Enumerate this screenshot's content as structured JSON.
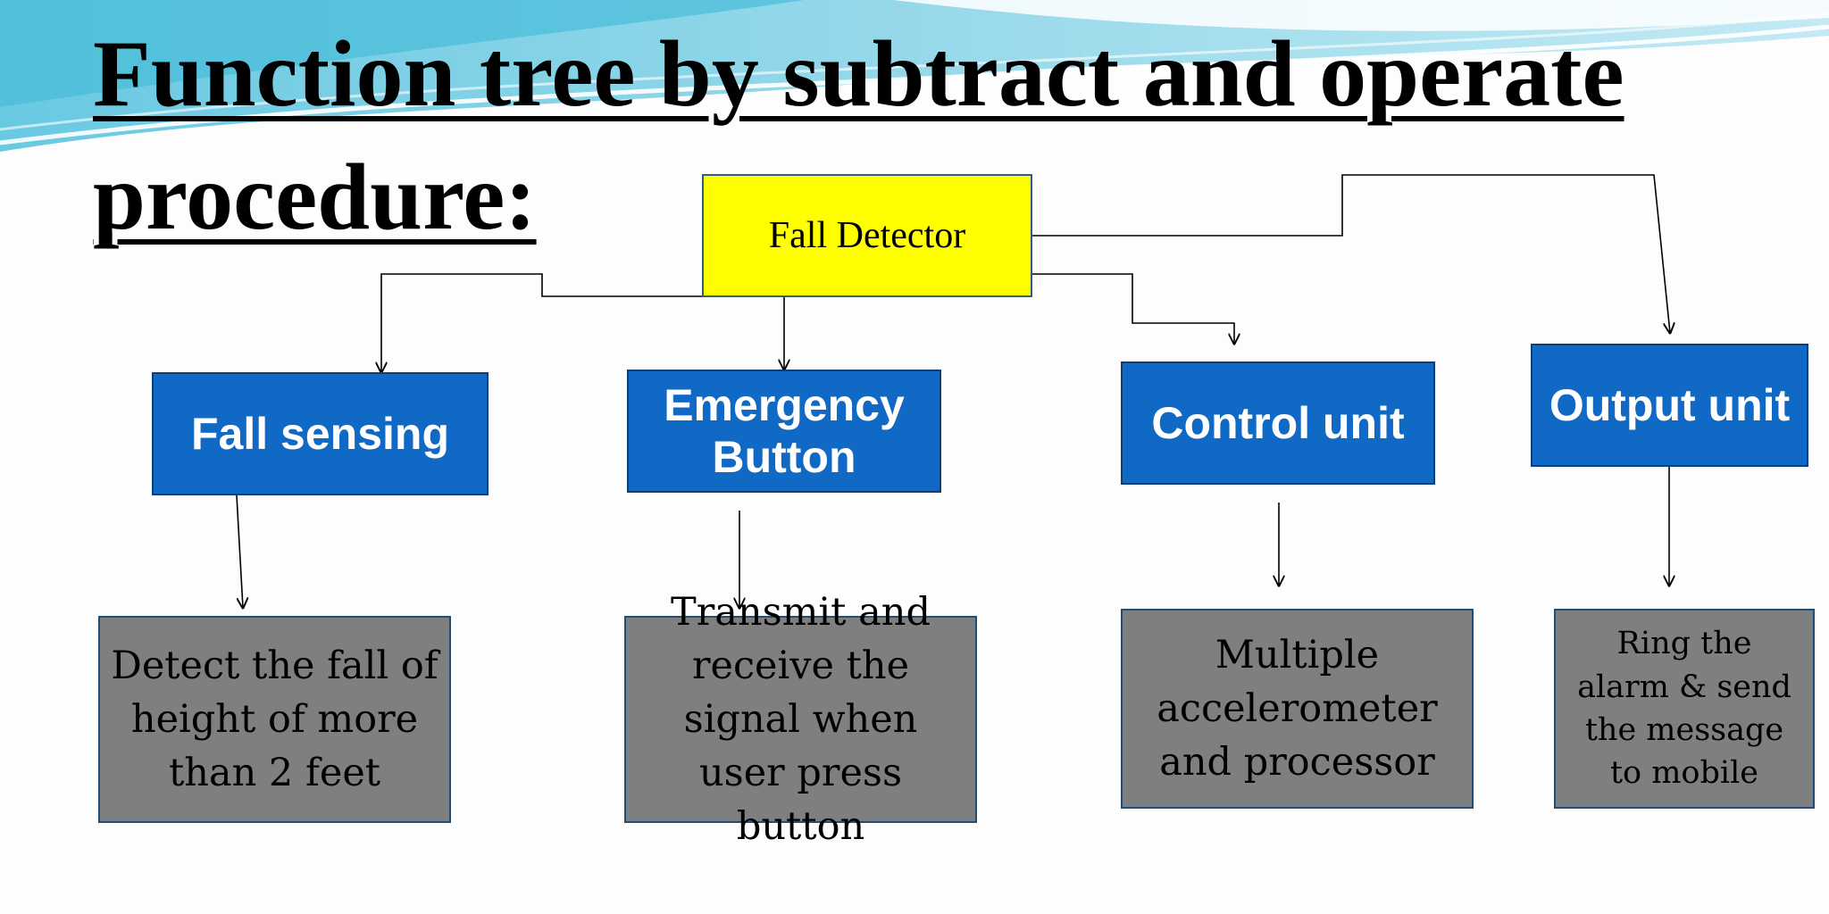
{
  "slide": {
    "title_line_1": "Function tree by subtract and operate",
    "title_line_2": "procedure:"
  },
  "tree": {
    "root": {
      "label": "Fall Detector",
      "color": "#ffff00"
    },
    "functions": [
      {
        "id": "fall-sensing",
        "label": "Fall sensing",
        "description": "Detect the fall of height of more than 2 feet"
      },
      {
        "id": "emergency-button",
        "label": "Emergency Button",
        "description": "Transmit and receive the signal when user press button"
      },
      {
        "id": "control-unit",
        "label": "Control unit",
        "description": "Multiple accelerometer and processor"
      },
      {
        "id": "output-unit",
        "label": "Output unit",
        "description": "Ring the alarm & send the message to mobile"
      }
    ],
    "function_color": "#1169c6",
    "description_color": "#7f7f7f"
  },
  "decor": {
    "wave_colors": [
      "#5ec6e0",
      "#8fd6ea",
      "#c9ecf5"
    ]
  }
}
